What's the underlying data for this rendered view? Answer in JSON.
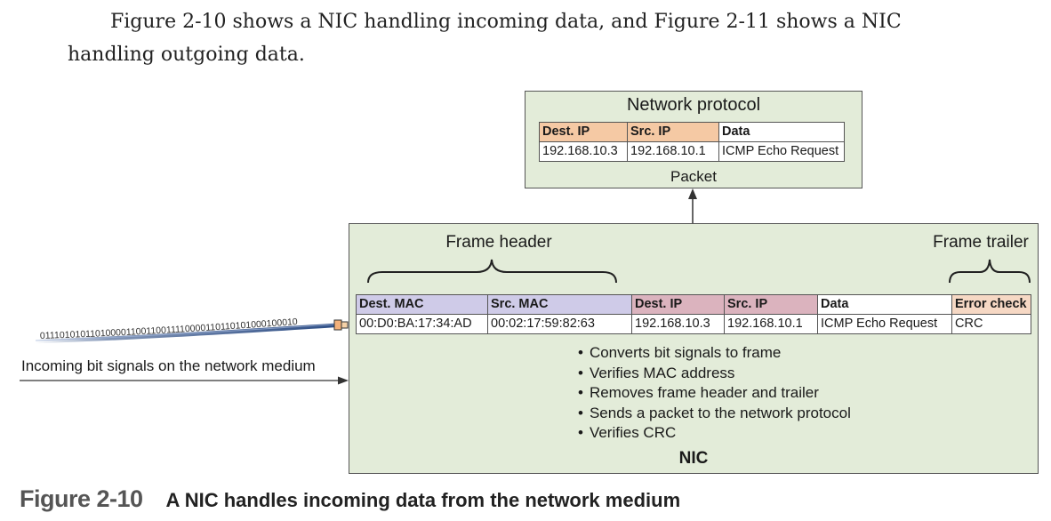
{
  "intro": {
    "line1": "Figure 2-10 shows a NIC handling incoming data, and Figure 2-11 shows a NIC",
    "line2": "handling outgoing data."
  },
  "protocol_box": {
    "title": "Network protocol",
    "headers": [
      "Dest. IP",
      "Src. IP",
      "Data"
    ],
    "values": [
      "192.168.10.3",
      "192.168.10.1",
      "ICMP Echo Request"
    ],
    "footer": "Packet"
  },
  "nic_box": {
    "frame_header_label": "Frame header",
    "frame_trailer_label": "Frame trailer",
    "headers": [
      "Dest. MAC",
      "Src. MAC",
      "Dest. IP",
      "Src. IP",
      "Data",
      "Error check"
    ],
    "values": [
      "00:D0:BA:17:34:AD",
      "00:02:17:59:82:63",
      "192.168.10.3",
      "192.168.10.1",
      "ICMP Echo Request",
      "CRC"
    ],
    "bullets": [
      "Converts bit signals to frame",
      "Verifies MAC address",
      "Removes frame header and trailer",
      "Sends a packet to the network protocol",
      "Verifies CRC"
    ],
    "label": "NIC"
  },
  "cable": {
    "bits": "011101010110100001100110011110000110110101000100010",
    "label": "Incoming bit signals on the network medium"
  },
  "caption": {
    "number": "Figure 2-10",
    "text": "A NIC handles incoming data from the network medium"
  },
  "colors": {
    "box_fill": "#e3ecd9",
    "ip_header": "#f5c9a4",
    "mac_header": "#cfcbe8",
    "frame_ip_header": "#dbb3be",
    "error_check_header": "#f6d8c4",
    "cable": "#2f4f86"
  }
}
